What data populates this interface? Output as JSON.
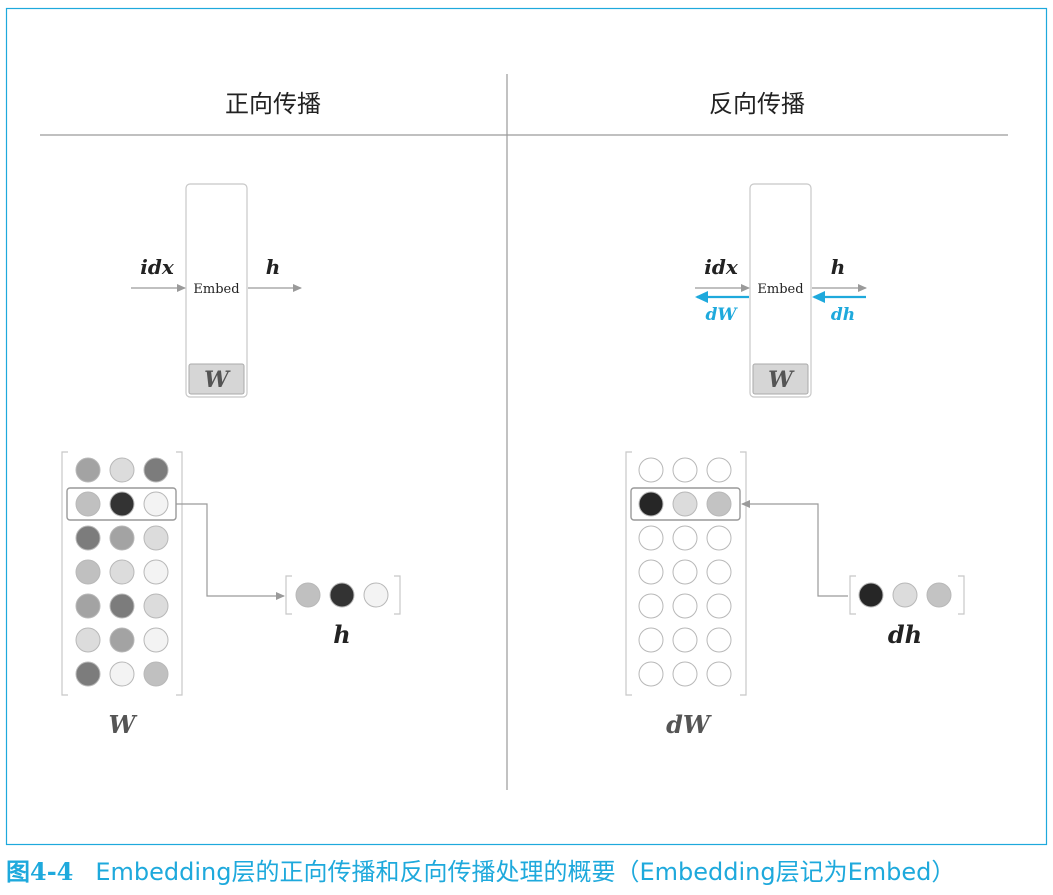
{
  "forward": {
    "title": "正向传播",
    "node_label": "Embed",
    "weight_label": "W",
    "input_label": "idx",
    "output_label": "h",
    "matrix_label": "W",
    "vector_label": "h",
    "matrix_rows": [
      [
        "#a3a3a3",
        "#dcdcdc",
        "#7c7c7c"
      ],
      [
        "#c0c0c0",
        "#333333",
        "#f3f3f3"
      ],
      [
        "#7c7c7c",
        "#a3a3a3",
        "#dcdcdc"
      ],
      [
        "#c0c0c0",
        "#dcdcdc",
        "#f3f3f3"
      ],
      [
        "#a3a3a3",
        "#7c7c7c",
        "#dcdcdc"
      ],
      [
        "#dcdcdc",
        "#a3a3a3",
        "#f3f3f3"
      ],
      [
        "#7c7c7c",
        "#f3f3f3",
        "#c0c0c0"
      ]
    ],
    "selected_row": 1,
    "vector": [
      "#c0c0c0",
      "#333333",
      "#f3f3f3"
    ]
  },
  "backward": {
    "title": "反向传播",
    "node_label": "Embed",
    "weight_label": "W",
    "input_label": "idx",
    "output_label": "h",
    "grad_weight_label": "dW",
    "grad_output_label": "dh",
    "matrix_label": "dW",
    "vector_label": "dh",
    "matrix_rows": [
      [
        "#ffffff",
        "#ffffff",
        "#ffffff"
      ],
      [
        "#262626",
        "#dcdcdc",
        "#c3c3c3"
      ],
      [
        "#ffffff",
        "#ffffff",
        "#ffffff"
      ],
      [
        "#ffffff",
        "#ffffff",
        "#ffffff"
      ],
      [
        "#ffffff",
        "#ffffff",
        "#ffffff"
      ],
      [
        "#ffffff",
        "#ffffff",
        "#ffffff"
      ],
      [
        "#ffffff",
        "#ffffff",
        "#ffffff"
      ]
    ],
    "selected_row": 1,
    "vector": [
      "#262626",
      "#dcdcdc",
      "#c3c3c3"
    ]
  },
  "colors": {
    "frame": "#1ea9dc",
    "gradient": "#1ea9dc",
    "arrow": "#9a9a9a",
    "divider": "#9a9a9a"
  },
  "caption": {
    "figure_number": "图4-4",
    "text": "Embedding层的正向传播和反向传播处理的概要（Embedding层记为Embed）"
  }
}
